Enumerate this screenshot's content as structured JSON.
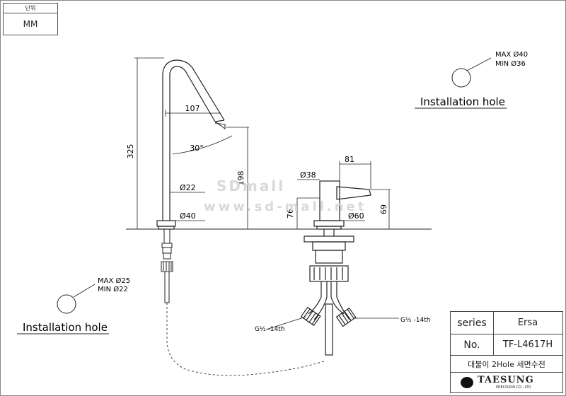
{
  "unit": {
    "header": "단위",
    "value": "MM"
  },
  "install_top": {
    "label": "Installation hole",
    "max": "MAX Ø40",
    "min": "MIN Ø36"
  },
  "install_bottom": {
    "label": "Installation hole",
    "max": "MAX Ø25",
    "min": "MIN Ø22"
  },
  "dimensions": {
    "spout_height": "325",
    "spout_reach": "107",
    "spout_angle": "30°",
    "spout_outlet_height": "198",
    "spout_dia": "Ø22",
    "spout_base_dia": "Ø40",
    "handle_reach": "81",
    "handle_dia": "Ø38",
    "handle_height": "76",
    "handle_total": "69",
    "handle_base_dia": "Ø60",
    "thread_left": "G½ -14th",
    "thread_right": "G½ -14th"
  },
  "watermark": {
    "line1": "SDmall",
    "line2": "www.sd-mall.net"
  },
  "title_block": {
    "series_label": "series",
    "series_value": "Ersa",
    "no_label": "No.",
    "no_value": "TF-L4617H",
    "description": "대불이 2Hole 세면수전",
    "company": "TAESUNG",
    "company_sub": "PRECISION CO., LTD"
  }
}
